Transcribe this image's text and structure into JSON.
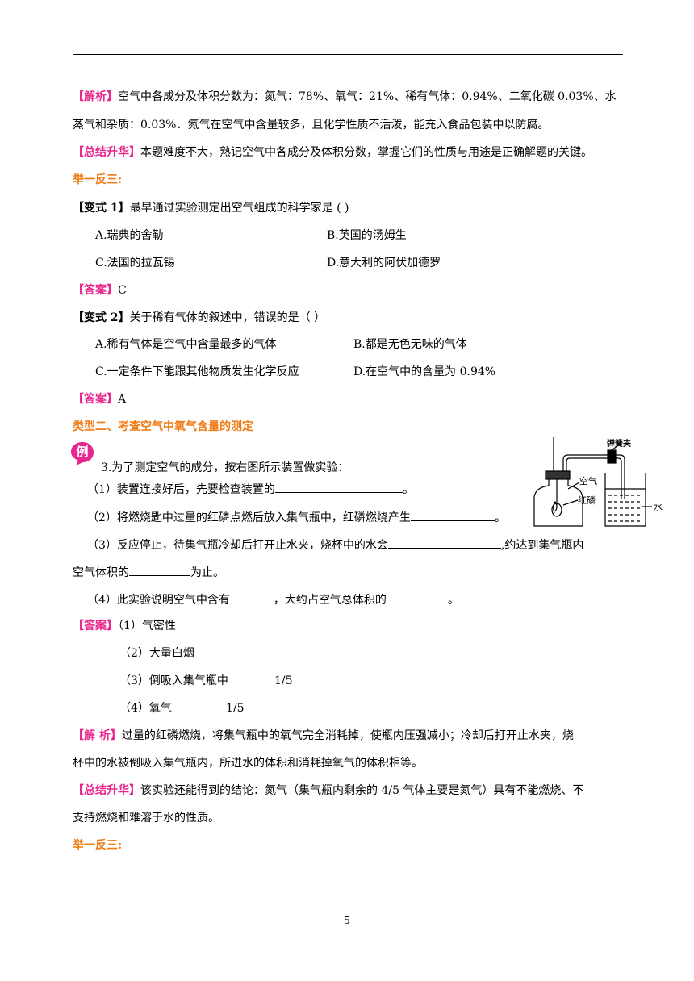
{
  "page_number": "5",
  "analysis1": {
    "tag": "【解析】",
    "line1": "空气中各成分及体积分数为：氮气：78%、氧气：21%、稀有气体：0.94%、二氧化碳 0.03%、水",
    "line2": "蒸气和杂质：0.03%．氮气在空气中含量较多，且化学性质不活泼，能充入食品包装中以防腐。"
  },
  "summary1": {
    "tag": "【总结升华】",
    "text": "本题难度不大，熟记空气中各成分及体积分数，掌握它们的性质与用途是正确解题的关键。"
  },
  "practice1": "举一反三:",
  "variant1": {
    "tag": "【变式 1】",
    "question": "最早通过实验测定出空气组成的科学家是 (        )",
    "optA": "A.瑞典的舍勒",
    "optB": "B.英国的汤姆生",
    "optC": "C.法国的拉瓦锡",
    "optD": "D.意大利的阿伏加德罗",
    "answer_tag": "【答案】",
    "answer": "C"
  },
  "variant2": {
    "tag": "【变式 2】",
    "question": "关于稀有气体的叙述中，错误的是（      ）",
    "optA": "A.稀有气体是空气中含量最多的气体",
    "optB": "B.都是无色无味的气体",
    "optC": "C.一定条件下能跟其他物质发生化学反应",
    "optD": "D.在空气中的含量为 0.94%",
    "answer_tag": "【答案】",
    "answer": "A"
  },
  "type2_heading": "类型二、考查空气中氧气含量的测定",
  "example_icon_char": "例",
  "example3": {
    "intro": "3.为了测定空气的成分，按右图所示装置做实验：",
    "q1a": "（1）装置连接好后，先要检查装置的",
    "q1b": "。",
    "q2a": "（2）将燃烧匙中过量的红磷点燃后放入集气瓶中，红磷燃烧产生",
    "q2b": "。",
    "q3a": "（3）反应停止，待集气瓶冷却后打开止水夹，烧杯中的水会",
    "q3b": ",约达到集气瓶内",
    "q3c": "空气体积的",
    "q3d": "为止。",
    "q4a": "（4）此实验说明空气中含有",
    "q4b": "，大约占空气总体积的",
    "q4c": "。"
  },
  "diagram_labels": {
    "clamp": "弹簧夹",
    "air": "空气",
    "phosphorus": "红磷",
    "water": "水"
  },
  "answer3": {
    "tag": "【答案】",
    "a1": "（1）气密性",
    "a2": "（2）大量白烟",
    "a3": "（3）倒吸入集气瓶中",
    "a3v": "1/5",
    "a4": "（4）氧气",
    "a4v": "1/5"
  },
  "analysis3": {
    "tag": "【解  析】",
    "line1": "过量的红磷燃烧，将集气瓶中的氧气完全消耗掉，使瓶内压强减小；冷却后打开止水夹，烧",
    "line2": "杯中的水被倒吸入集气瓶内，所进水的体积和消耗掉氧气的体积相等。"
  },
  "summary3": {
    "tag": "【总结升华】",
    "line1": "该实验还能得到的结论：氮气（集气瓶内剩余的 4/5 气体主要是氮气）具有不能燃烧、不",
    "line2": "支持燃烧和难溶于水的性质。"
  },
  "practice2": "举一反三:"
}
